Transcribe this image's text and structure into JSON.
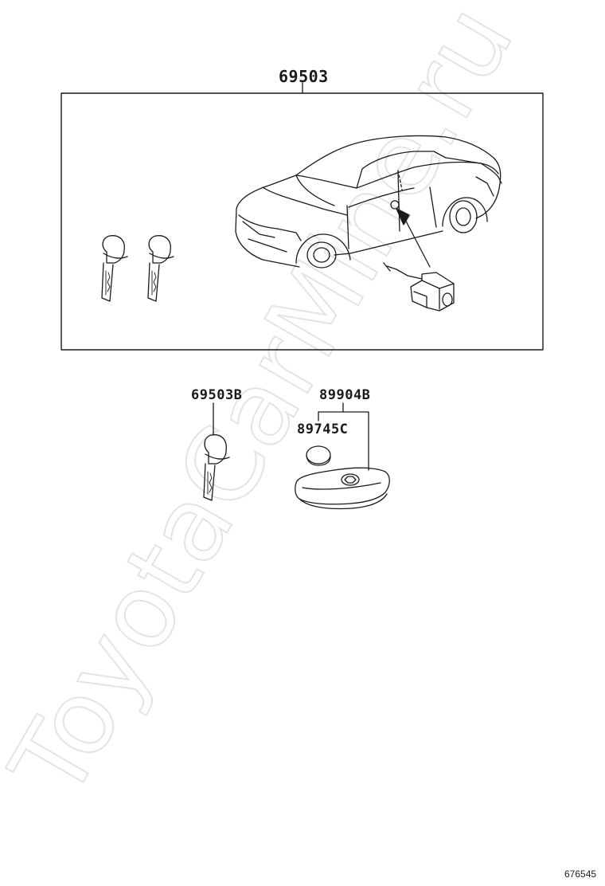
{
  "labels": {
    "main_kit": "69503",
    "spare_key": "69503B",
    "remote": "89904B",
    "battery": "89745C"
  },
  "figure_number": "676545",
  "watermark": {
    "text": "ToyotaCarMine.ru",
    "color": "#e6e6e6"
  },
  "colors": {
    "line": "#1a1a1a"
  }
}
